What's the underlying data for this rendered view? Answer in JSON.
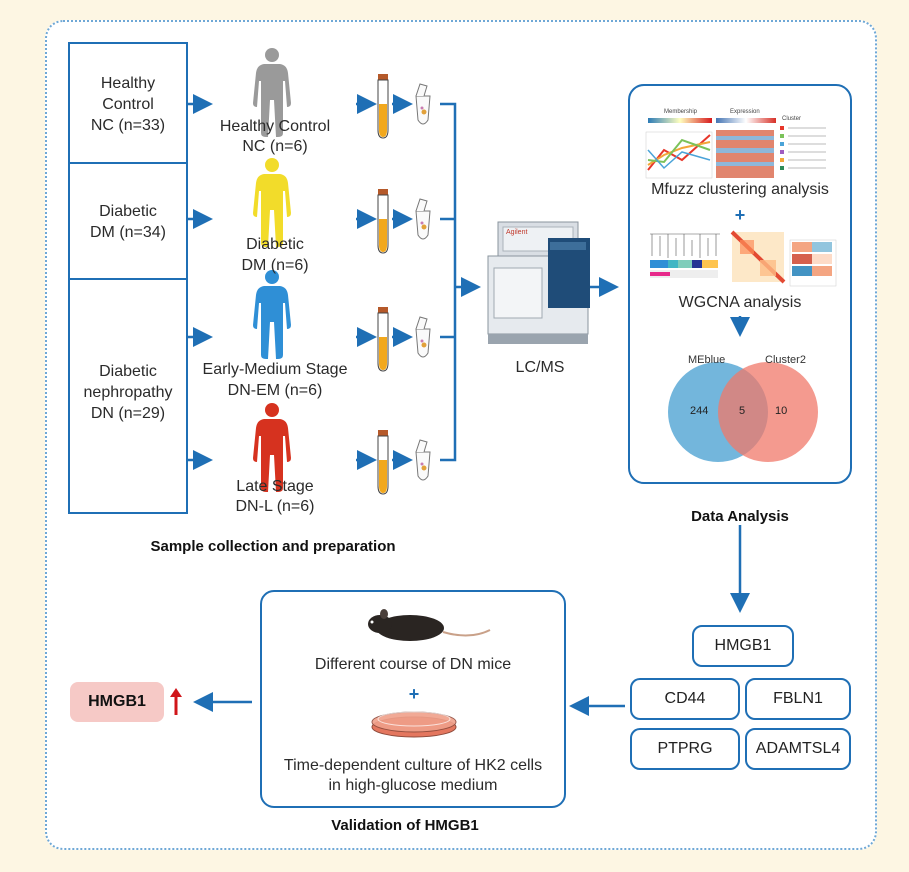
{
  "groups": [
    {
      "label": "Healthy Control NC (n=33)"
    },
    {
      "label": "Diabetic DM (n=34)"
    },
    {
      "label": "Diabetic nephropathy DN (n=29)"
    }
  ],
  "group_lines": {
    "nc": [
      "Healthy",
      "Control",
      "NC (n=33)"
    ],
    "dm": [
      "Diabetic",
      "DM (n=34)"
    ],
    "dn": [
      "Diabetic",
      "nephropathy",
      "DN (n=29)"
    ]
  },
  "subgroups": {
    "hc": [
      "Healthy Control",
      "NC (n=6)"
    ],
    "dm": [
      "Diabetic",
      "DM (n=6)"
    ],
    "em": [
      "Early-Medium Stage",
      "DN-EM (n=6)"
    ],
    "late": [
      "Late Stage",
      "DN-L (n=6)"
    ]
  },
  "colors": {
    "hc": "#9a9a9a",
    "dm": "#f2dc2a",
    "em": "#2f8fd6",
    "late": "#d6321f",
    "arrow": "#1f6fb5",
    "up_arrow": "#d0151a",
    "hmgb1_badge": "#f6c9c6",
    "venn_left": "#5aa9d6",
    "venn_right": "#f0786a"
  },
  "instrument_label": "LC/MS",
  "instrument_brand": "Agilent",
  "sample_caption": "Sample collection and preparation",
  "analysis": {
    "mfuzz_label": "Mfuzz clustering analysis",
    "plus": "+",
    "wgcna_label": "WGCNA analysis",
    "caption": "Data Analysis",
    "mfuzz_legend_titles": [
      "Membership",
      "Expression",
      "Cluster"
    ],
    "venn": {
      "left_name": "MEblue",
      "right_name": "Cluster2",
      "left_only": "244",
      "overlap": "5",
      "right_only": "10"
    }
  },
  "genes": [
    "HMGB1",
    "CD44",
    "FBLN1",
    "PTPRG",
    "ADAMTSL4"
  ],
  "validation": {
    "line1": "Different course of DN mice",
    "plus": "+",
    "line2": "Time-dependent culture of HK2 cells",
    "line3": "in high-glucose medium",
    "caption": "Validation of HMGB1"
  },
  "result": {
    "label": "HMGB1"
  }
}
